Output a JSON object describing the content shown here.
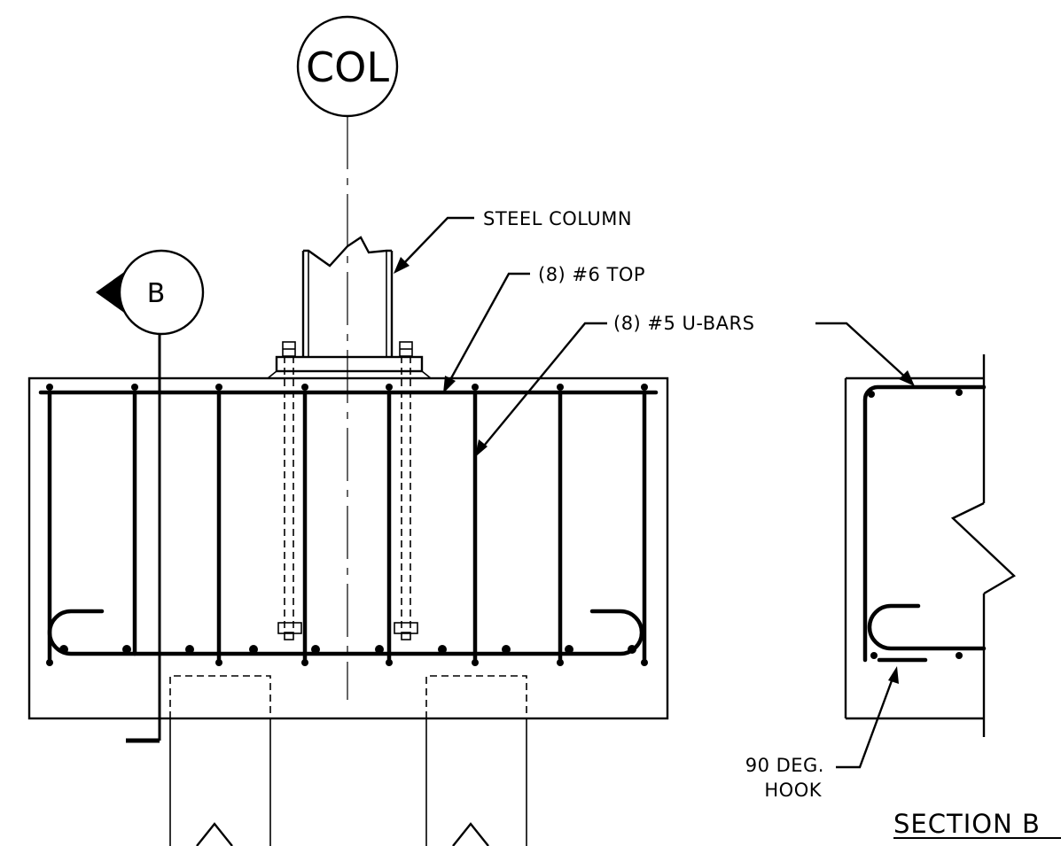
{
  "markers": {
    "column_bubble": "COL",
    "section_bubble": "B"
  },
  "callouts": {
    "steel_column": "STEEL COLUMN",
    "top_bars": "(8) #6 TOP",
    "u_bars": "(8) #5 U-BARS",
    "hook_line1": "90 DEG.",
    "hook_line2": "HOOK"
  },
  "section_title": "SECTION B"
}
